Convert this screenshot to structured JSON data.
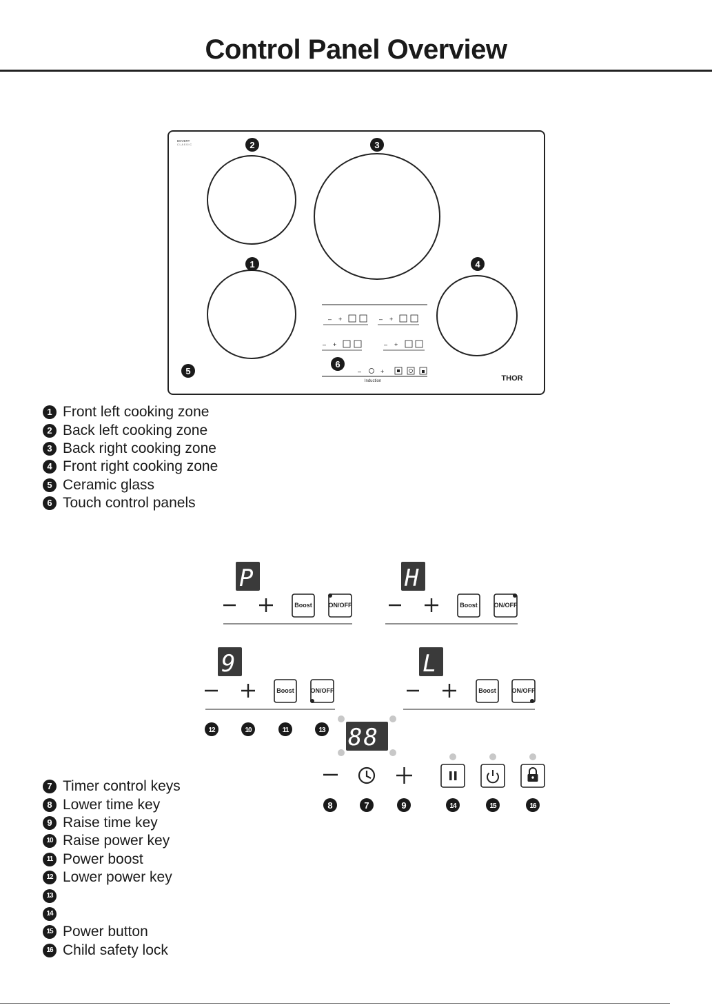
{
  "title": "Control Panel Overview",
  "cooktop": {
    "logo_top": "BOVERT\nCLASSIC",
    "brand": "THOR",
    "panel_label": "Induction",
    "callouts": [
      "1",
      "2",
      "3",
      "4",
      "5",
      "6"
    ]
  },
  "legend_top": [
    {
      "num": "1",
      "text": "Front left cooking zone"
    },
    {
      "num": "2",
      "text": "Back left cooking zone"
    },
    {
      "num": "3",
      "text": "Back right cooking zone"
    },
    {
      "num": "4",
      "text": "Front right cooking zone"
    },
    {
      "num": "5",
      "text": "Ceramic glass"
    },
    {
      "num": "6",
      "text": "Touch control panels"
    }
  ],
  "control_detail": {
    "zone_displays": [
      "P",
      "H",
      "9",
      "L"
    ],
    "boost_label": "Boost",
    "onoff_label": "ON/OFF",
    "timer_display": "88",
    "key_callouts_row1": [
      "12",
      "10",
      "11",
      "13"
    ],
    "key_callouts_row2": [
      "8",
      "7",
      "9",
      "14",
      "15",
      "16"
    ]
  },
  "legend_bottom": [
    {
      "num": "7",
      "text": "Timer control keys"
    },
    {
      "num": "8",
      "text": "Lower time key"
    },
    {
      "num": "9",
      "text": "Raise time key"
    },
    {
      "num": "10",
      "text": "Raise power key"
    },
    {
      "num": "11",
      "text": "Power boost"
    },
    {
      "num": "12",
      "text": "Lower power key"
    },
    {
      "num": "13",
      "text": ""
    },
    {
      "num": "14",
      "text": ""
    },
    {
      "num": "15",
      "text": "Power button"
    },
    {
      "num": "16",
      "text": "Child safety lock"
    }
  ]
}
